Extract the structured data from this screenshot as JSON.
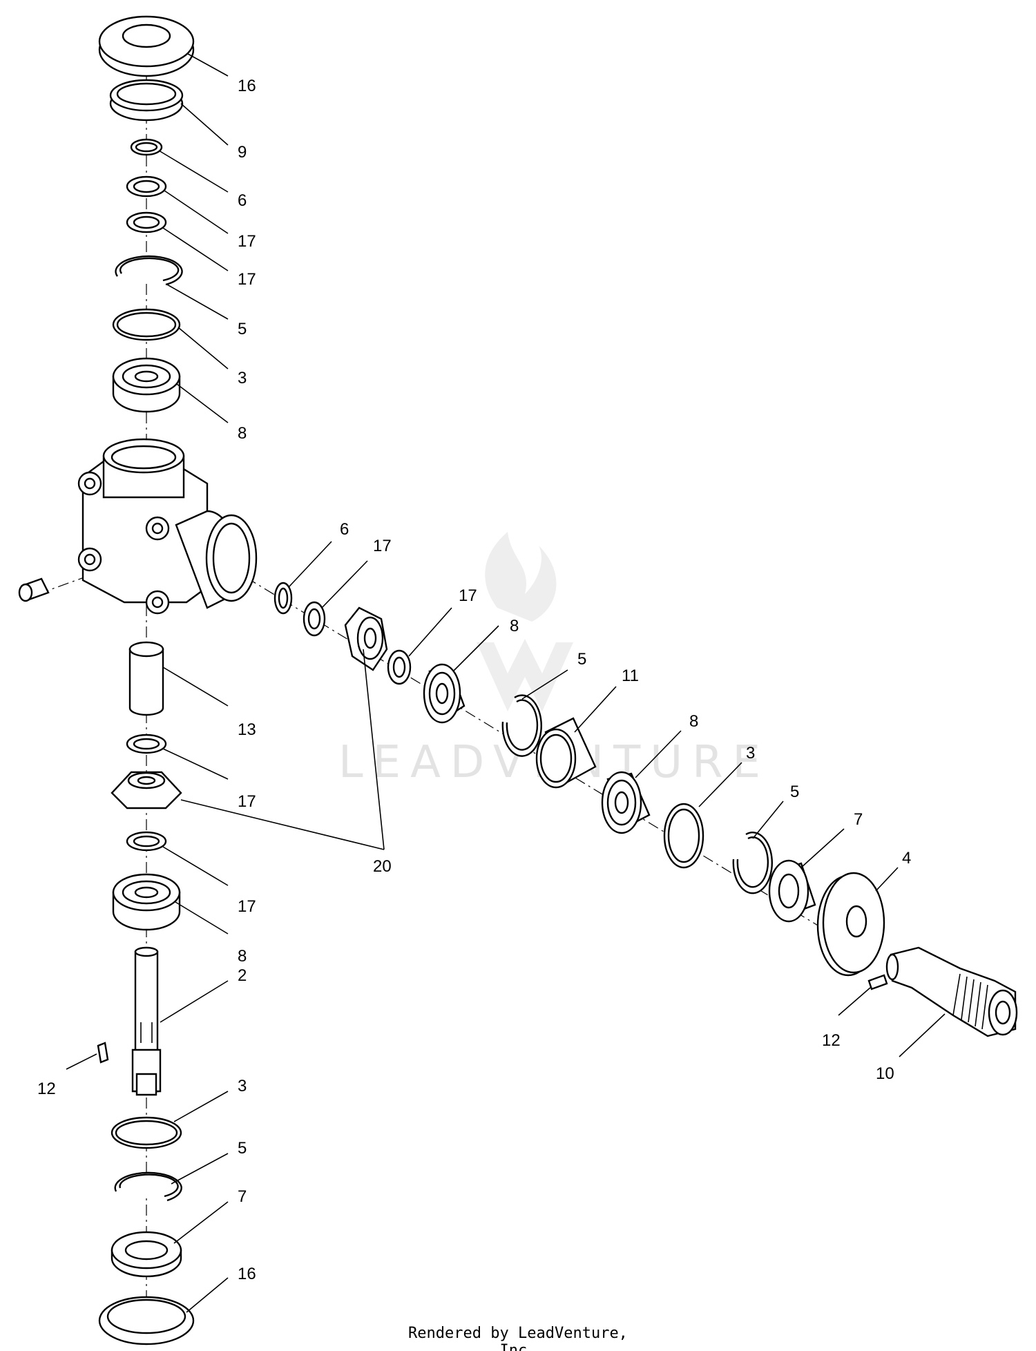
{
  "watermark": {
    "text": "LEADVENTURE"
  },
  "footer": {
    "credit": "Rendered by LeadVenture, Inc."
  },
  "callouts": [
    {
      "id": "c-16-top",
      "label": "16"
    },
    {
      "id": "c-9",
      "label": "9"
    },
    {
      "id": "c-6-top",
      "label": "6"
    },
    {
      "id": "c-17-a",
      "label": "17"
    },
    {
      "id": "c-17-b",
      "label": "17"
    },
    {
      "id": "c-5-top",
      "label": "5"
    },
    {
      "id": "c-3-top",
      "label": "3"
    },
    {
      "id": "c-8-top",
      "label": "8"
    },
    {
      "id": "c-6-mid",
      "label": "6"
    },
    {
      "id": "c-17-c",
      "label": "17"
    },
    {
      "id": "c-17-d",
      "label": "17"
    },
    {
      "id": "c-8-mid",
      "label": "8"
    },
    {
      "id": "c-5-mid",
      "label": "5"
    },
    {
      "id": "c-11",
      "label": "11"
    },
    {
      "id": "c-8-right",
      "label": "8"
    },
    {
      "id": "c-3-right",
      "label": "3"
    },
    {
      "id": "c-5-right",
      "label": "5"
    },
    {
      "id": "c-7-right",
      "label": "7"
    },
    {
      "id": "c-4",
      "label": "4"
    },
    {
      "id": "c-13",
      "label": "13"
    },
    {
      "id": "c-17-e",
      "label": "17"
    },
    {
      "id": "c-20",
      "label": "20"
    },
    {
      "id": "c-17-f",
      "label": "17"
    },
    {
      "id": "c-8-bottom",
      "label": "8"
    },
    {
      "id": "c-2",
      "label": "2"
    },
    {
      "id": "c-12-left",
      "label": "12"
    },
    {
      "id": "c-12-right",
      "label": "12"
    },
    {
      "id": "c-10",
      "label": "10"
    },
    {
      "id": "c-3-bottom",
      "label": "3"
    },
    {
      "id": "c-5-bottom",
      "label": "5"
    },
    {
      "id": "c-7-bottom",
      "label": "7"
    },
    {
      "id": "c-16-bottom",
      "label": "16"
    }
  ]
}
